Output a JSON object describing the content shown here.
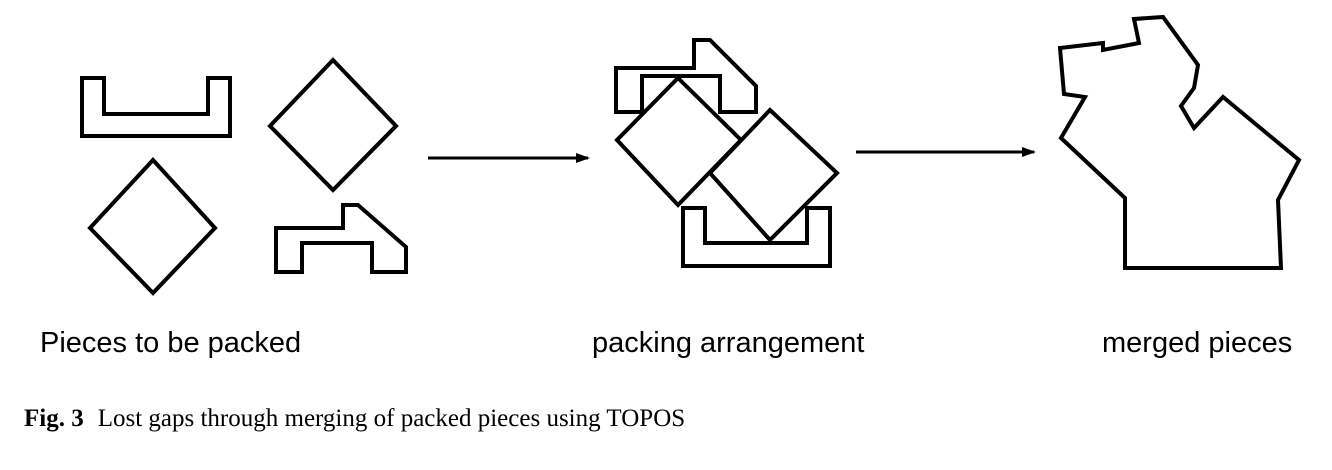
{
  "labels": {
    "pieces": "Pieces to be packed",
    "arrangement": "packing arrangement",
    "merged": "merged pieces"
  },
  "caption": {
    "number": "Fig. 3",
    "text": "Lost gaps through merging of packed pieces using TOPOS"
  },
  "colors": {
    "stroke": "#000000",
    "background": "#ffffff"
  }
}
